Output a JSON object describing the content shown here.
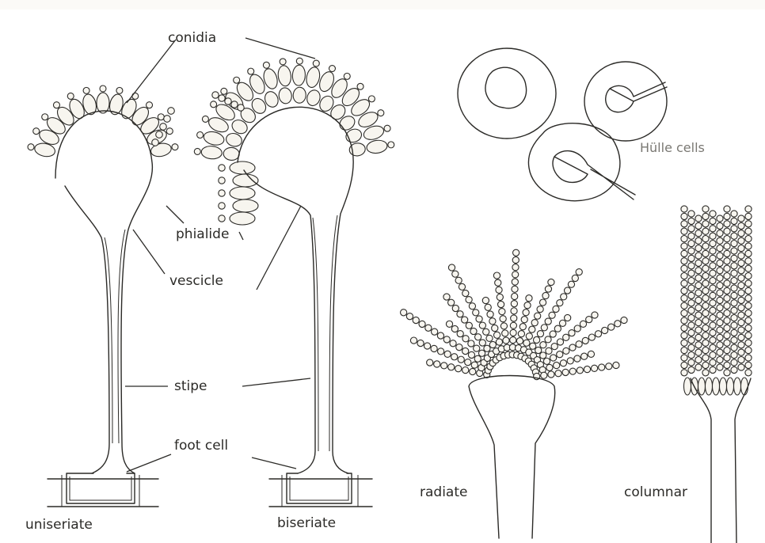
{
  "labels": {
    "conidia": "conidia",
    "phialide": "phialide",
    "vescicle": "vescicle",
    "stipe": "stipe",
    "foot_cell": "foot cell",
    "uniseriate": "uniseriate",
    "biseriate": "biseriate",
    "hulle_cells": "Hülle cells",
    "radiate": "radiate",
    "columnar": "columnar"
  },
  "colors": {
    "paper": "#ffffff",
    "ink": "#2b2a27",
    "faint_label": "#7a7873"
  }
}
